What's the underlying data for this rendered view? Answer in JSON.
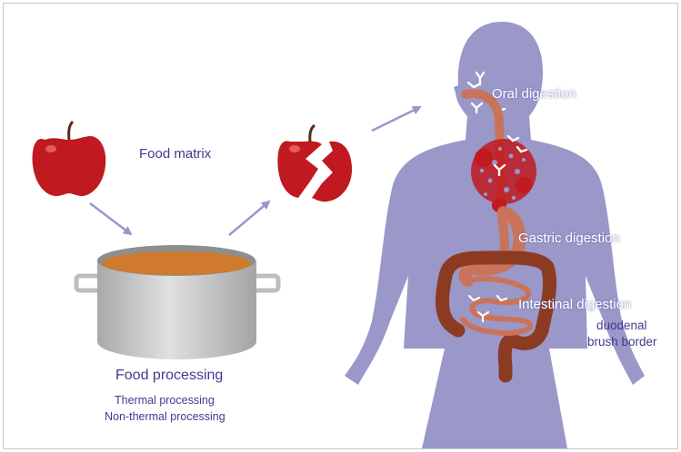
{
  "labels": {
    "food_matrix": "Food matrix",
    "food_processing": "Food processing",
    "thermal": "Thermal processing",
    "non_thermal": "Non-thermal processing",
    "oral": "Oral digestion",
    "gastric": "Gastric digestion",
    "intestinal": "Intestinal digestion",
    "duodenal": "duodenal",
    "brush_border": "brush border"
  },
  "colors": {
    "text": "#3f3b8f",
    "body": "#9a97c9",
    "arrow": "#9a97c9",
    "apple": "#c0191f",
    "tract": "#c9745a",
    "intestine": "#8c3a22",
    "pot": "#bdbdbd",
    "pot_liquid": "#cf7a2c"
  },
  "icons": [
    "apple-icon",
    "broken-apple-icon",
    "cooking-pot-icon",
    "human-silhouette",
    "enzyme-icon"
  ]
}
